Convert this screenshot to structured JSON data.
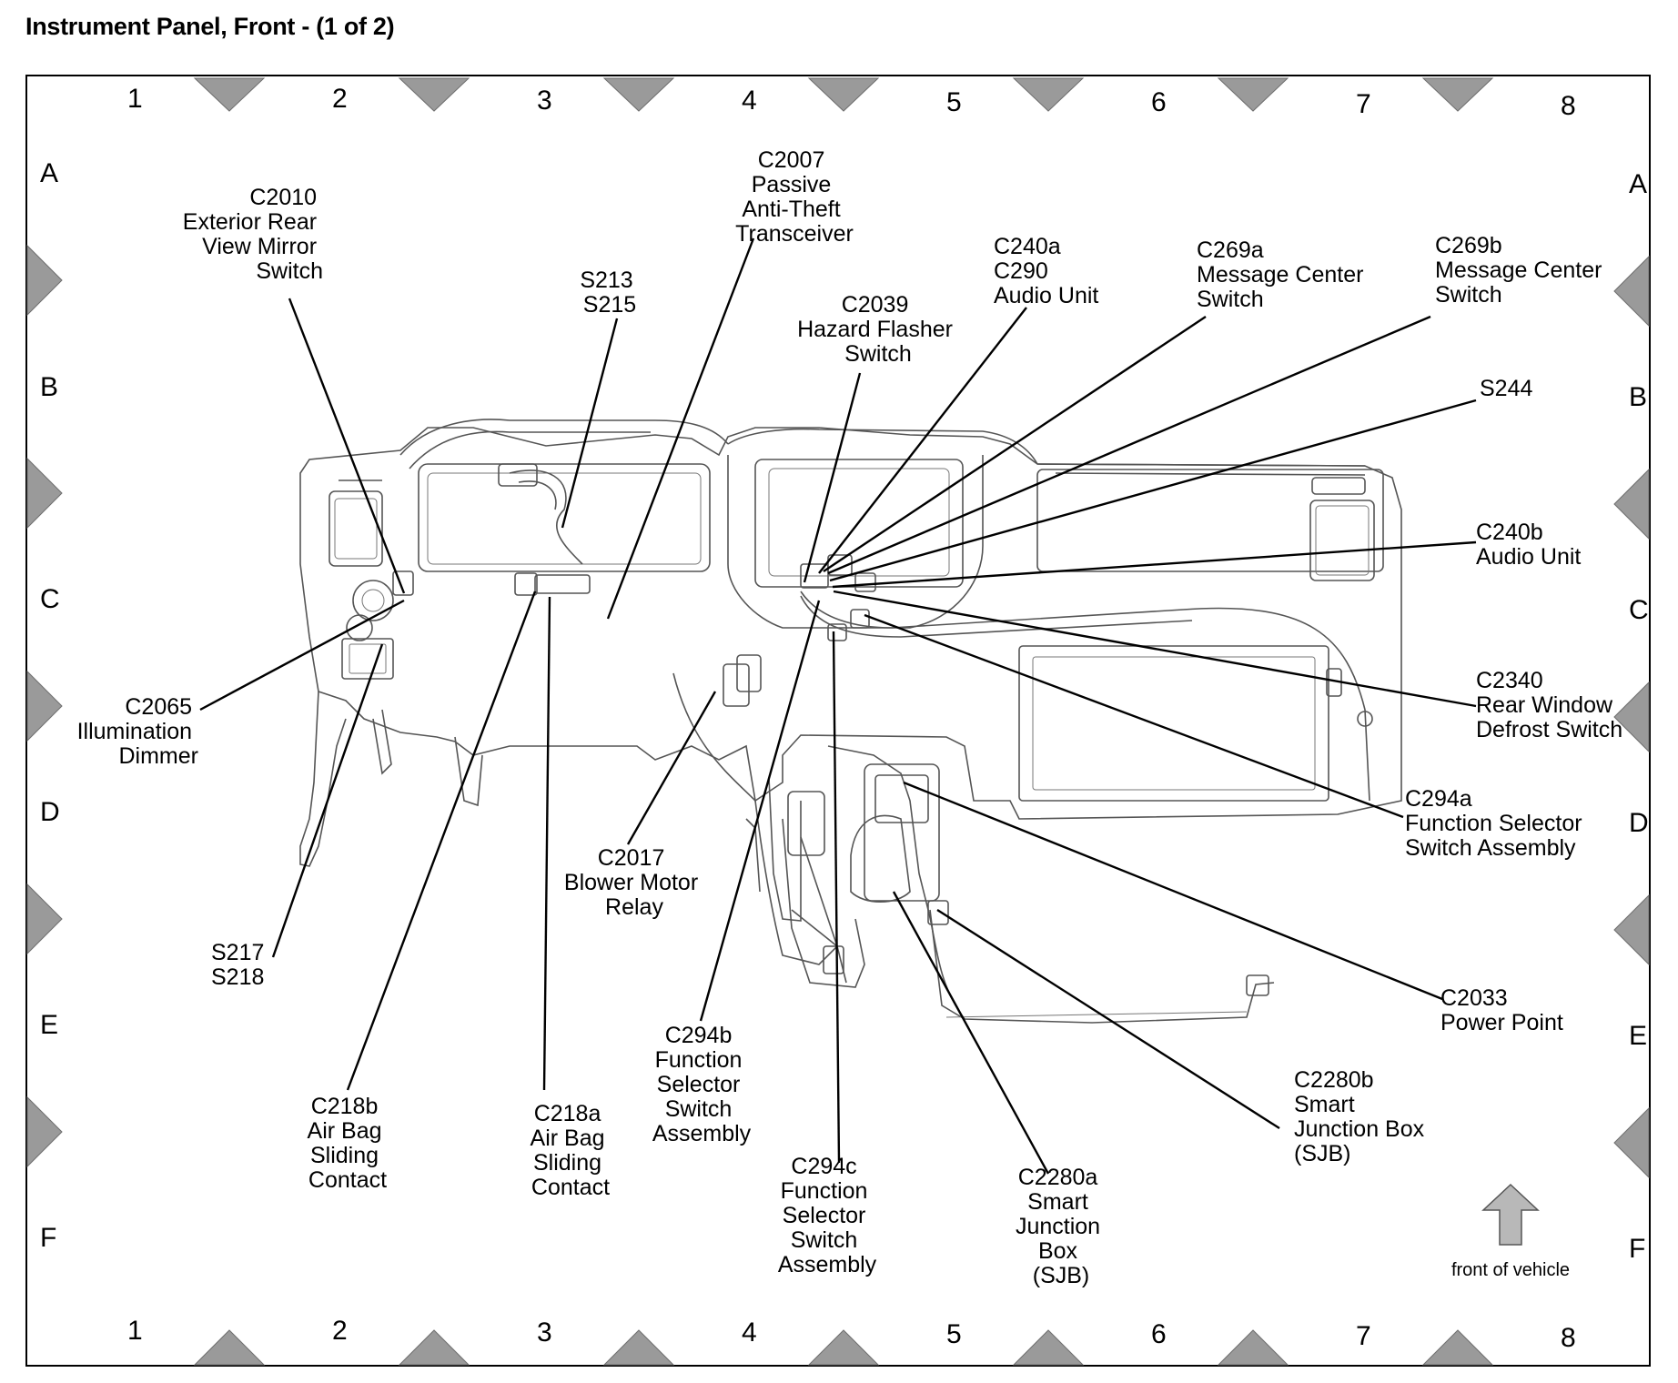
{
  "title": "Instrument Panel, Front - (1 of 2)",
  "grid": {
    "columns": [
      "1",
      "2",
      "3",
      "4",
      "5",
      "6",
      "7",
      "8"
    ],
    "rows": [
      "A",
      "B",
      "C",
      "D",
      "E",
      "F"
    ]
  },
  "components": [
    {
      "id": "c2010",
      "lines": [
        "C2010",
        "Exterior Rear",
        "View Mirror",
        "Switch"
      ]
    },
    {
      "id": "c2007",
      "lines": [
        "C2007",
        "Passive",
        "Anti-Theft",
        "Transceiver"
      ]
    },
    {
      "id": "s213",
      "lines": [
        "S213",
        "S215"
      ]
    },
    {
      "id": "c2039",
      "lines": [
        "C2039",
        "Hazard Flasher",
        "Switch"
      ]
    },
    {
      "id": "c240a",
      "lines": [
        "C240a",
        "C290",
        "Audio Unit"
      ]
    },
    {
      "id": "c269a",
      "lines": [
        "C269a",
        "Message Center",
        "Switch"
      ]
    },
    {
      "id": "c269b",
      "lines": [
        "C269b",
        "Message Center",
        "Switch"
      ]
    },
    {
      "id": "s244",
      "lines": [
        "S244"
      ]
    },
    {
      "id": "c240b",
      "lines": [
        "C240b",
        "Audio Unit"
      ]
    },
    {
      "id": "c2340",
      "lines": [
        "C2340",
        "Rear Window",
        "Defrost Switch"
      ]
    },
    {
      "id": "c294a",
      "lines": [
        "C294a",
        "Function Selector",
        "Switch Assembly"
      ]
    },
    {
      "id": "c2033",
      "lines": [
        "C2033",
        "Power Point"
      ]
    },
    {
      "id": "c2280b",
      "lines": [
        "C2280b",
        "Smart",
        "Junction Box",
        "(SJB)"
      ]
    },
    {
      "id": "c2280a",
      "lines": [
        "C2280a",
        "Smart",
        "Junction",
        "Box",
        "(SJB)"
      ]
    },
    {
      "id": "c294c",
      "lines": [
        "C294c",
        "Function",
        "Selector",
        "Switch",
        "Assembly"
      ]
    },
    {
      "id": "c294b",
      "lines": [
        "C294b",
        "Function",
        "Selector",
        "Switch",
        "Assembly"
      ]
    },
    {
      "id": "c218a",
      "lines": [
        "C218a",
        "Air Bag",
        "Sliding",
        "Contact"
      ]
    },
    {
      "id": "c218b",
      "lines": [
        "C218b",
        "Air Bag",
        "Sliding",
        "Contact"
      ]
    },
    {
      "id": "c2017",
      "lines": [
        "C2017",
        "Blower Motor",
        "Relay"
      ]
    },
    {
      "id": "s217",
      "lines": [
        "S217",
        "S218"
      ]
    },
    {
      "id": "c2065",
      "lines": [
        "C2065",
        "Illumination",
        "Dimmer"
      ]
    }
  ],
  "orientation_label": "front of vehicle"
}
